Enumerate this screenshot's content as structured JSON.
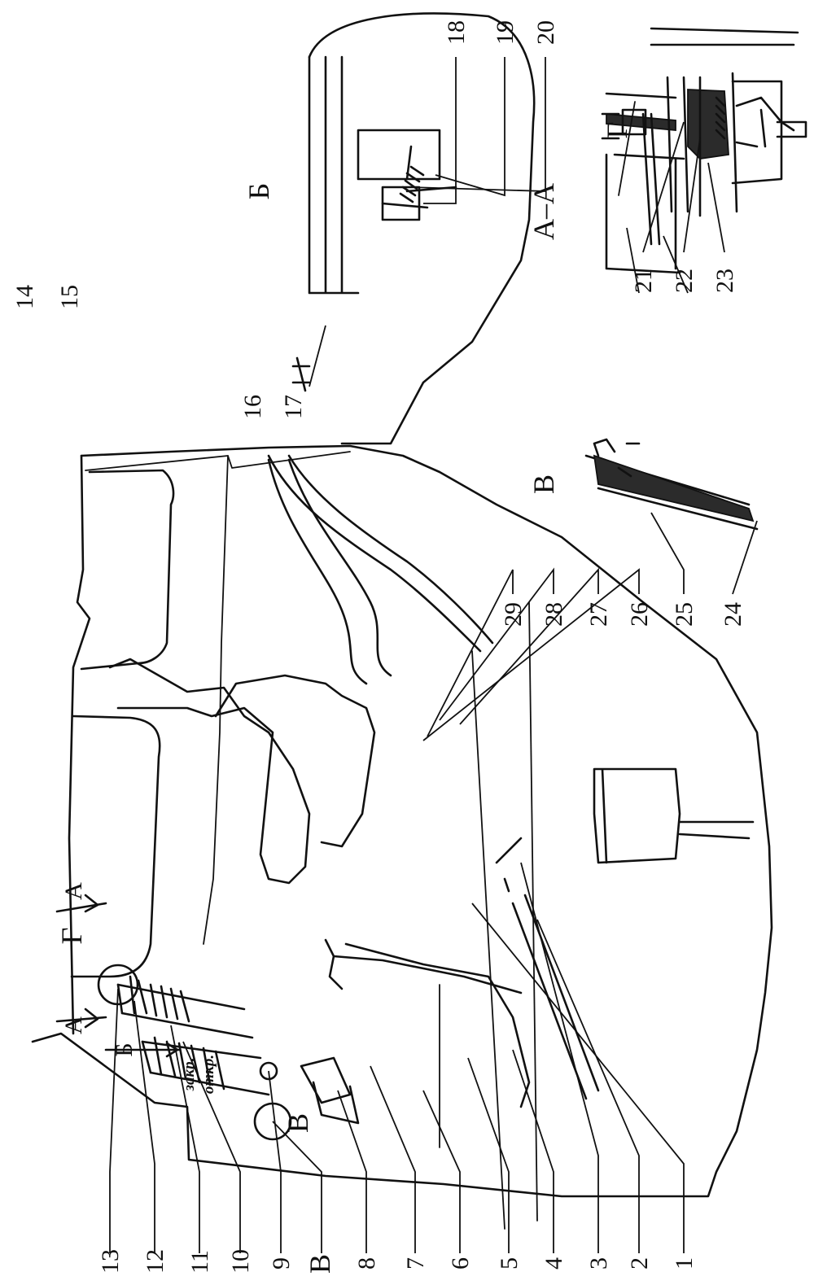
{
  "callouts": {
    "c1": "1",
    "c2": "2",
    "c3": "3",
    "c4": "4",
    "c5": "5",
    "c6": "6",
    "c7": "7",
    "c8": "8",
    "c9": "9",
    "c10": "10",
    "c11": "11",
    "c12": "12",
    "c13": "13",
    "c14": "14",
    "c15": "15",
    "c16": "16",
    "c17": "17",
    "c18": "18",
    "c19": "19",
    "c20": "20",
    "c21": "21",
    "c22": "22",
    "c23": "23",
    "c24": "24",
    "c25": "25",
    "c26": "26",
    "c27": "27",
    "c28": "28",
    "c29": "29"
  },
  "view_labels": {
    "section_aa": "А–А",
    "view_b": "Б",
    "view_v": "В",
    "view_g": "Г",
    "main_g": "Г",
    "main_v": "В",
    "arrow_a_left": "А",
    "arrow_a_right": "А",
    "arrow_b": "Б"
  },
  "annotations": {
    "close": "закр.",
    "open": "откр."
  }
}
